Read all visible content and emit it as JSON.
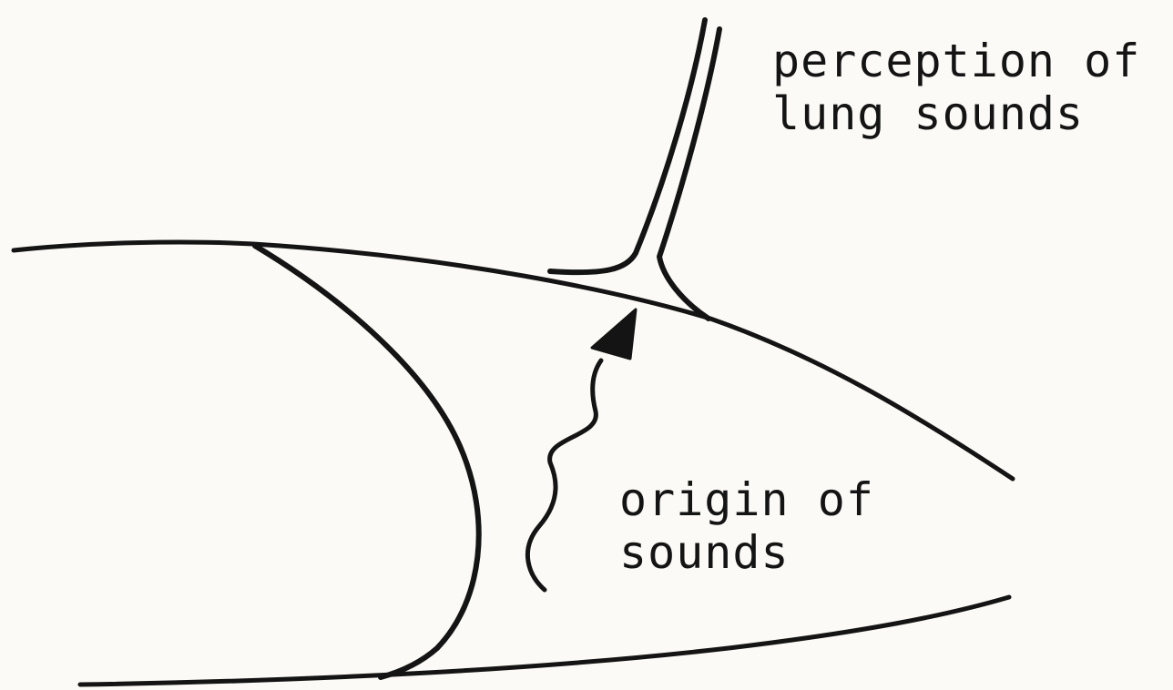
{
  "labels": {
    "perception": {
      "line1": "perception of",
      "line2": "lung sounds"
    },
    "origin": {
      "line1": "origin of",
      "line2": "sounds"
    }
  },
  "colors": {
    "ink": "#141414",
    "paper": "#fbfaf6"
  }
}
